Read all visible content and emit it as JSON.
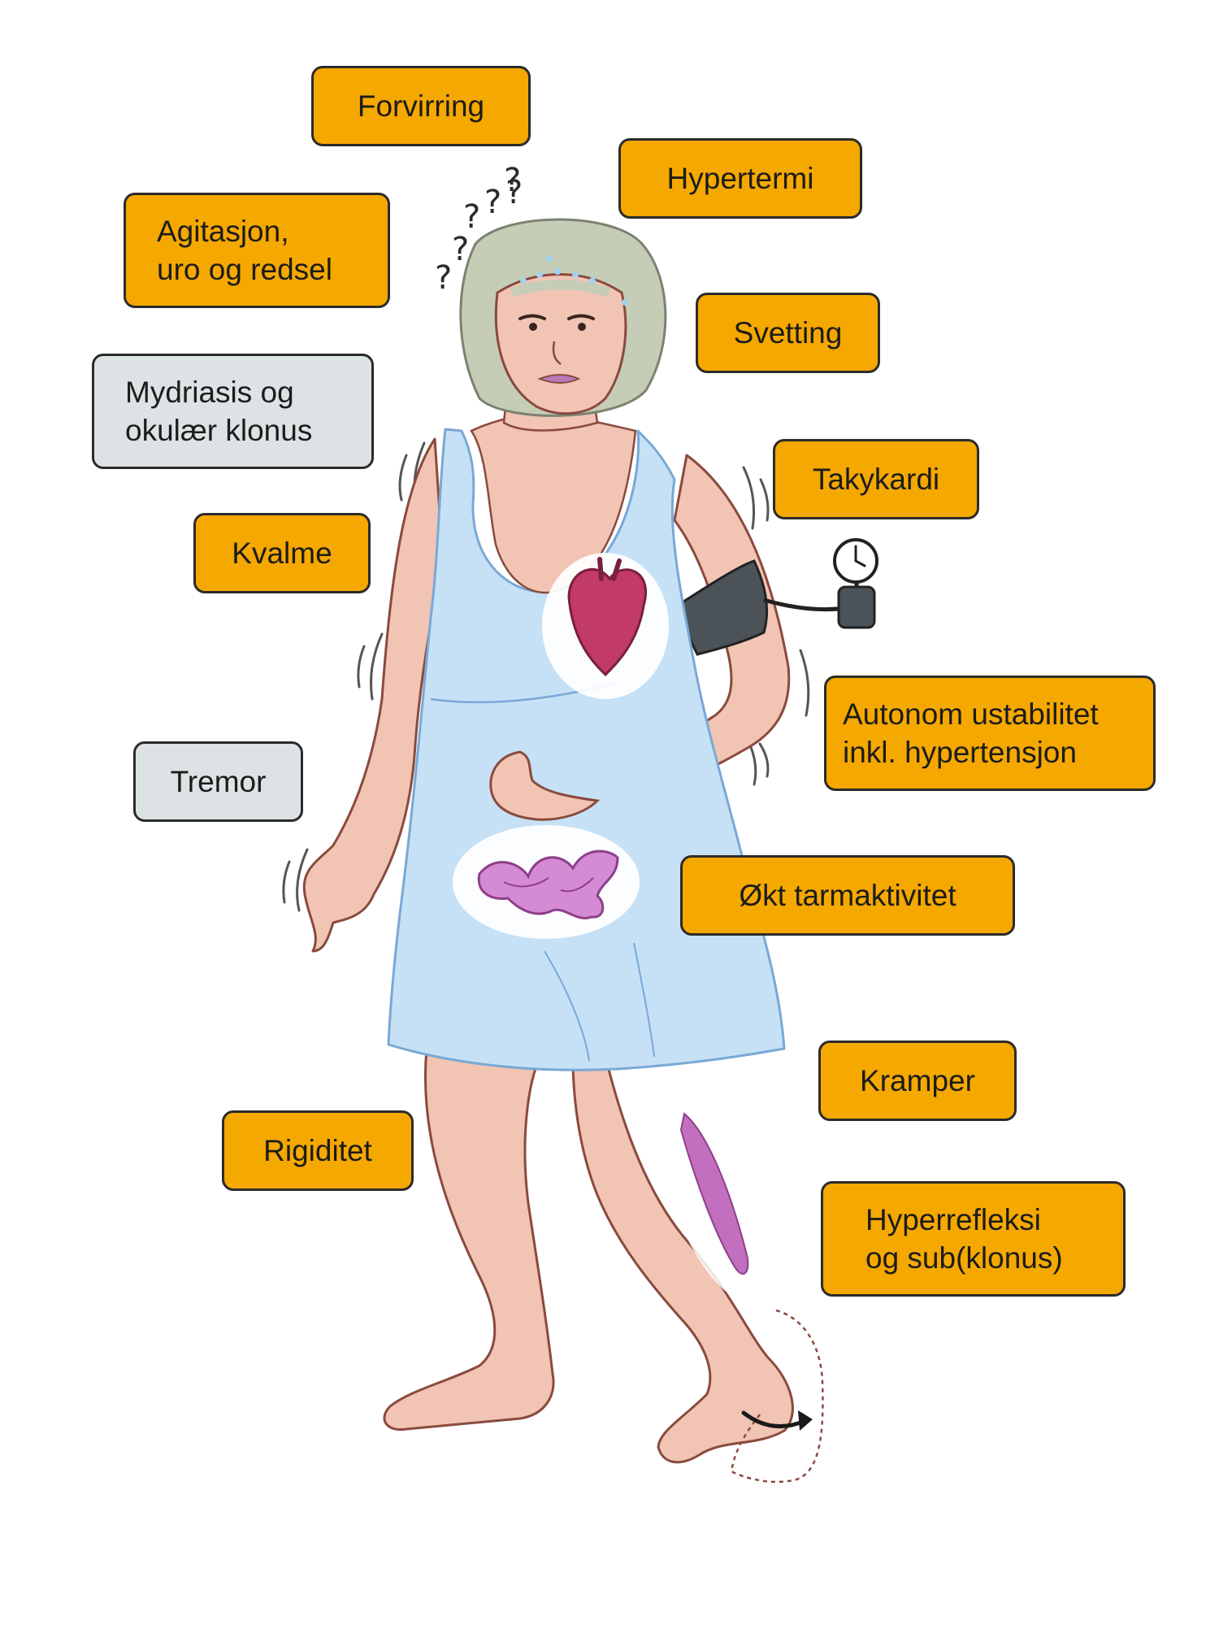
{
  "colors": {
    "primary_symptom": "#f5a800",
    "secondary_symptom": "#dde3e4",
    "border": "#2b2b2b",
    "skin": "#f1c4b4",
    "dress": "#c6e1f5",
    "hair": "#c5cdb7",
    "heart": "#c23a66",
    "intestine": "#d48bd4",
    "muscle": "#c26fbf",
    "cuff": "#4b5358"
  },
  "labels": {
    "forvirring": {
      "text": "Forvirring",
      "style": "orange"
    },
    "hypertermi": {
      "text": "Hypertermi",
      "style": "orange"
    },
    "agitasjon": {
      "line1": "Agitasjon,",
      "line2": "uro og redsel",
      "style": "orange"
    },
    "svetting": {
      "text": "Svetting",
      "style": "orange"
    },
    "mydriasis": {
      "line1": "Mydriasis og",
      "line2": "okulær klonus",
      "style": "gray"
    },
    "takykardi": {
      "text": "Takykardi",
      "style": "orange"
    },
    "kvalme": {
      "text": "Kvalme",
      "style": "orange"
    },
    "autonom": {
      "line1": "Autonom ustabilitet",
      "line2": "inkl. hypertensjon",
      "style": "orange"
    },
    "tremor": {
      "text": "Tremor",
      "style": "gray"
    },
    "tarm": {
      "text": "Økt tarmaktivitet",
      "style": "orange"
    },
    "kramper": {
      "text": "Kramper",
      "style": "orange"
    },
    "rigiditet": {
      "text": "Rigiditet",
      "style": "orange"
    },
    "hyperrefleksi": {
      "line1": "Hyperrefleksi",
      "line2": "og sub(klonus)",
      "style": "orange"
    }
  },
  "figure": {
    "question_marks": [
      "?",
      "?",
      "?",
      "?",
      "?",
      "?"
    ],
    "icons": [
      "woman-figure",
      "heart-icon",
      "intestine-icon",
      "calf-muscle-icon",
      "blood-pressure-cuff-icon",
      "gauge-clock-icon",
      "foot-reflex-arrow-icon"
    ]
  }
}
